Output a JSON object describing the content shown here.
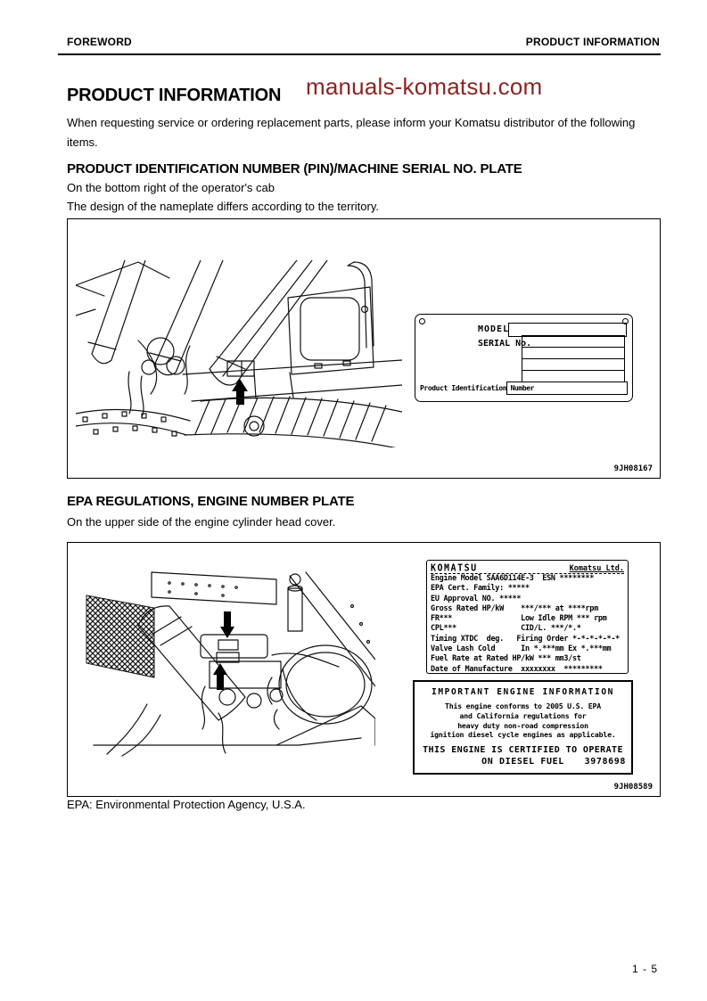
{
  "page": {
    "header": {
      "left": "FOREWORD",
      "right": "PRODUCT INFORMATION"
    },
    "watermark": {
      "text": "manuals-komatsu.com",
      "color": "#8b2525"
    },
    "title": "PRODUCT INFORMATION",
    "intro": "When requesting service or ordering replacement parts, please inform your Komatsu distributor of the following items.",
    "page_number": "1 - 5"
  },
  "section_pin": {
    "heading": "PRODUCT IDENTIFICATION NUMBER (PIN)/MACHINE SERIAL NO. PLATE",
    "line1": "On the bottom right of the operator's cab",
    "line2": "The design of the nameplate differs according to the territory.",
    "figure": {
      "code": "9JH08167",
      "nameplate": {
        "model_label": "MODEL",
        "serial_label": "SERIAL No.",
        "pin_label": "Product Identification Number"
      }
    }
  },
  "section_epa": {
    "heading": "EPA REGULATIONS, ENGINE NUMBER PLATE",
    "line1": "On the upper side of the engine cylinder head cover.",
    "note": "EPA: Environmental Protection Agency, U.S.A.",
    "figure": {
      "code": "9JH08589",
      "plate": {
        "brand": "KOMATSU",
        "company": "Komatsu Ltd.",
        "rows": [
          "Engine Model SAA6D114E-3  ESN ********",
          "EPA Cert. Family: *****",
          "EU Approval NO. *****",
          "Gross Rated HP/kW    ***/*** at ****rpm",
          "FR***                Low Idle RPM *** rpm",
          "CPL***               CID/L. ***/*.*",
          "Timing XTDC  deg.   Firing Order *-*-*-*-*-*",
          "Valve Lash Cold      In *.***mm Ex *.***mm",
          "Fuel Rate at Rated HP/kW *** mm3/st",
          "Date of Manufacture  xxxxxxxx  *********"
        ]
      },
      "info_box": {
        "title": "IMPORTANT ENGINE INFORMATION",
        "lines": [
          "This engine conforms to 2005 U.S. EPA",
          "and California regulations for",
          "heavy duty non-road compression",
          "ignition diesel cycle engines as applicable."
        ],
        "certified": "THIS ENGINE IS CERTIFIED TO OPERATE",
        "fuel_label": "ON DIESEL FUEL",
        "number": "3978698"
      }
    }
  }
}
